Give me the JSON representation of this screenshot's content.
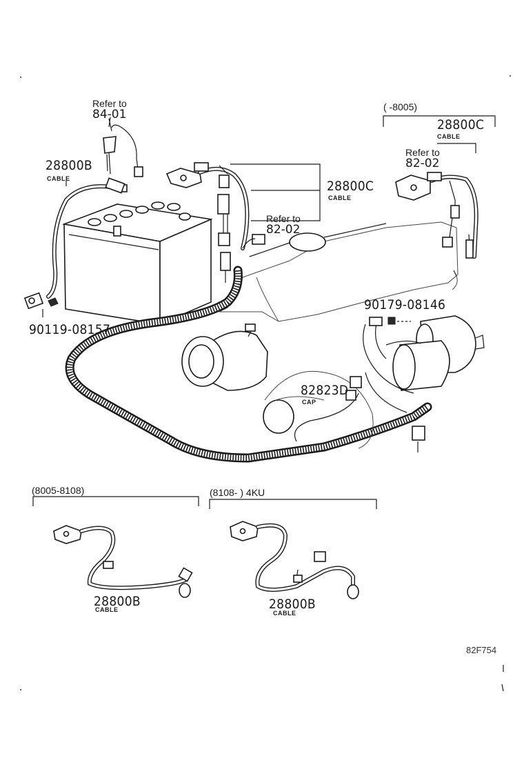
{
  "labels": {
    "refer_84_01_line1": "Refer to",
    "refer_84_01_line2": "84-01",
    "cable_28800B_top": "28800B",
    "cable_word_1": "CABLE",
    "bolt_90119": "90119-08157",
    "cable_28800C_mid": "28800C",
    "cable_word_2": "CABLE",
    "refer_82_02_mid_line1": "Refer to",
    "refer_82_02_mid_line2": "82-02",
    "range_top_right": "(     -8005)",
    "cable_28800C_right": "28800C",
    "cable_word_3": "CABLE",
    "refer_82_02_right_line1": "Refer to",
    "refer_82_02_right_line2": "82-02",
    "bolt_90179": "90179-08146",
    "cap_82823D": "82823D",
    "cap_word": "CAP",
    "range_bottom_left": "(8005-8108)",
    "range_bottom_right": "(8108-        ) 4KU",
    "cable_28800B_bl": "28800B",
    "cable_word_4": "CABLE",
    "cable_28800B_br": "28800B",
    "cable_word_5": "CABLE",
    "figure_code": "82F754"
  },
  "icons": {
    "battery": "battery-icon",
    "starter": "starter-motor-icon",
    "alternator": "alternator-icon",
    "harness": "wire-harness-icon"
  }
}
